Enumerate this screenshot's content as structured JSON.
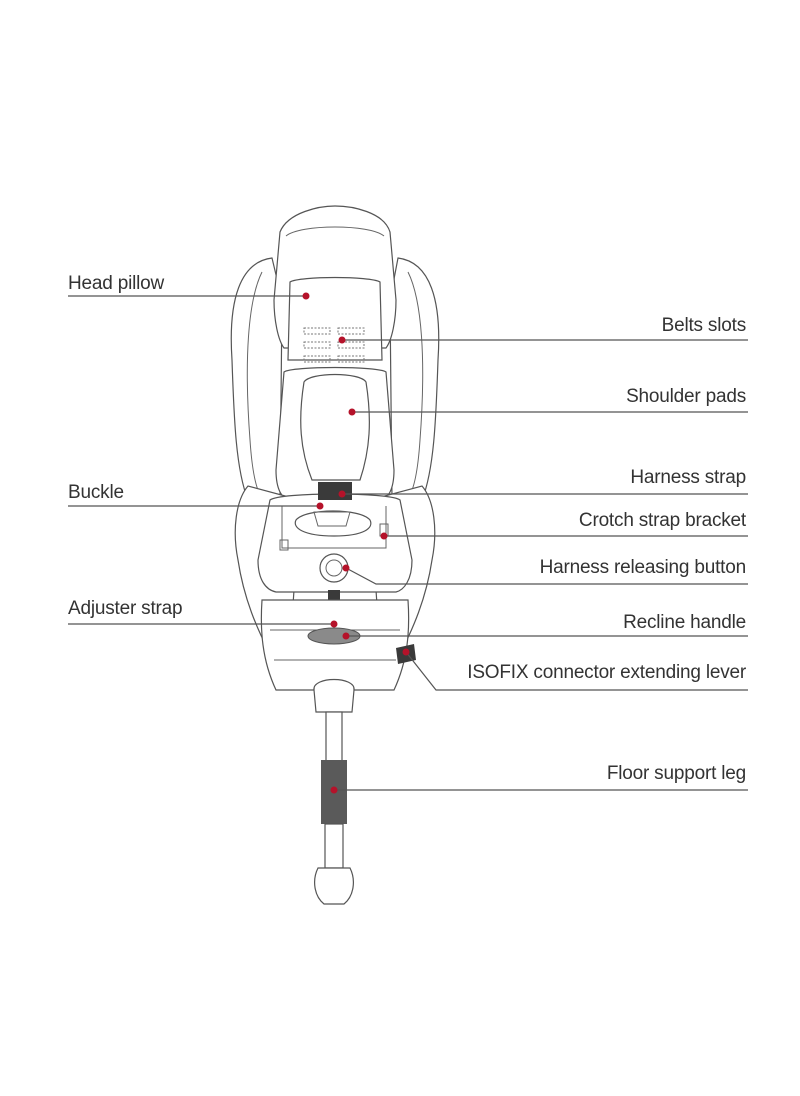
{
  "colors": {
    "marker": "#b5122a",
    "line": "#555555",
    "text": "#333333",
    "strap": "#3a3a3a",
    "leg_grip": "#5a5a5a"
  },
  "labels": {
    "head_pillow": "Head pillow",
    "belts_slots": "Belts slots",
    "shoulder_pads": "Shoulder pads",
    "buckle": "Buckle",
    "harness_strap": "Harness strap",
    "crotch_strap_bracket": "Crotch strap bracket",
    "harness_releasing_button": "Harness releasing button",
    "adjuster_strap": "Adjuster strap",
    "recline_handle": "Recline handle",
    "isofix_lever": "ISOFIX connector extending lever",
    "floor_support_leg": "Floor support leg"
  }
}
